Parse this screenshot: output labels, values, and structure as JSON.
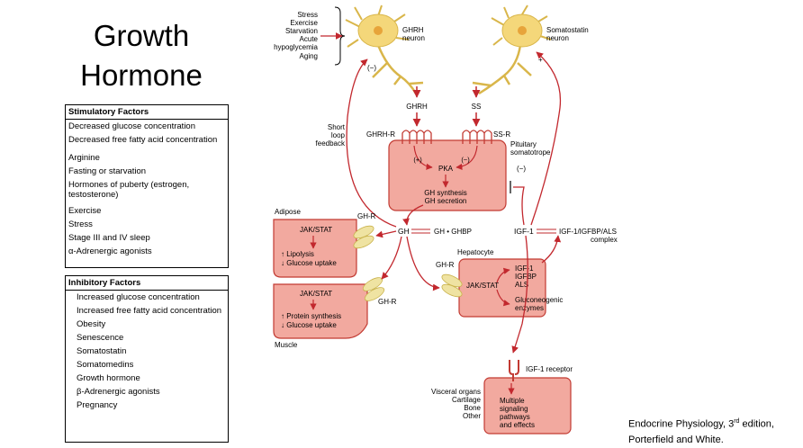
{
  "title_line1": "Growth",
  "title_line2": "Hormone",
  "stimulatory": {
    "header": "Stimulatory Factors",
    "items": [
      "Decreased glucose concentration",
      "Decreased free fatty acid concentration",
      "Arginine",
      "Fasting or starvation",
      "Hormones of puberty (estrogen, testosterone)",
      "Exercise",
      "Stress",
      "Stage III and IV sleep",
      "α-Adrenergic agonists"
    ]
  },
  "inhibitory": {
    "header": "Inhibitory Factors",
    "items": [
      "Increased glucose concentration",
      "Increased free fatty acid concentration",
      "Obesity",
      "Senescence",
      "Somatostatin",
      "Somatomedins",
      "Growth hormone",
      "β-Adrenergic agonists",
      "Pregnancy"
    ]
  },
  "diagram": {
    "stimuli": [
      "Stress",
      "Exercise",
      "Starvation",
      "Acute",
      "hypoglycemia",
      "Aging"
    ],
    "ghrh_neuron_1": "GHRH",
    "ghrh_neuron_2": "neuron",
    "somatostatin_neuron_1": "Somatostatin",
    "somatostatin_neuron_2": "neuron",
    "minus": "(−)",
    "plus": "+",
    "plus_paren": "(+)",
    "ghrh": "GHRH",
    "ss": "SS",
    "ghrh_r": "GHRH-R",
    "ss_r": "SS-R",
    "short_loop": [
      "Short",
      "loop",
      "feedback"
    ],
    "pituitary_1": "Pituitary",
    "pituitary_2": "somatotrope",
    "pka": "PKA",
    "gh_synthesis": "GH synthesis",
    "gh_secretion": "GH secretion",
    "adipose": "Adipose",
    "gh_r": "GH-R",
    "jak_stat": "JAK/STAT",
    "lipolysis": "↑ Lipolysis",
    "glucose_uptake_down": "↓ Glucose uptake",
    "gh": "GH",
    "gh_ghbp": "GH • GHBP",
    "igf1": "IGF-1",
    "igf_complex_1": "IGF-1/IGFBP/ALS",
    "igf_complex_2": "complex",
    "hepatocyte": "Hepatocyte",
    "igf1_list": [
      "IGF-1",
      "IGFBP",
      "ALS"
    ],
    "gluconeogenic_1": "Gluconeogenic",
    "gluconeogenic_2": "enzymes",
    "protein_synthesis": "↑ Protein synthesis",
    "muscle": "Muscle",
    "igf1_receptor": "IGF-1 receptor",
    "targets": [
      "Visceral organs",
      "Cartilage",
      "Bone",
      "Other"
    ],
    "effects": [
      "Multiple",
      "signaling",
      "pathways",
      "and effects"
    ]
  },
  "citation": {
    "line1_pre": "Endocrine Physiology, 3",
    "line1_sup": "rd",
    "line1_post": " edition,",
    "line2": "Porterfield and White."
  },
  "colors": {
    "arrow": "#c2282e",
    "cell_fill": "#f2a99f",
    "cell_stroke": "#c23a32",
    "neuron": "#f4d77a",
    "receptor": "#efe3a2"
  }
}
